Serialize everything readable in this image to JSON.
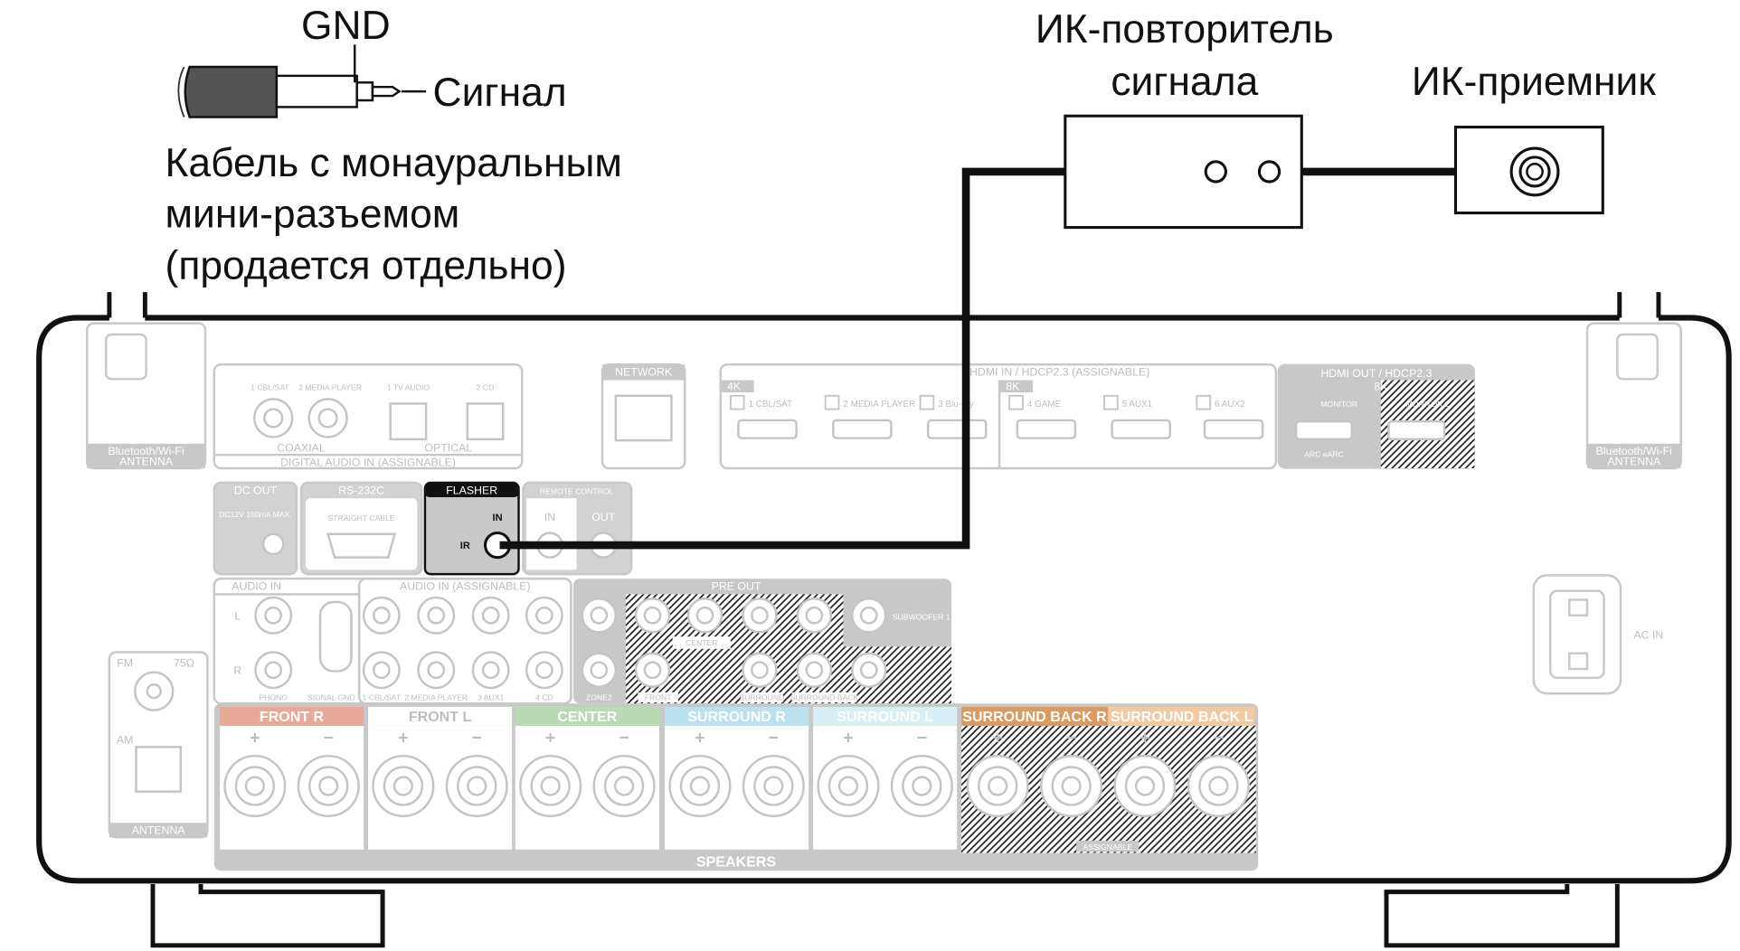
{
  "cable": {
    "gnd_label": "GND",
    "signal_label": "Сигнал",
    "caption": [
      "Кабель с монауральным",
      "мини-разъемом",
      "(продается отдельно)"
    ]
  },
  "ir_repeater": {
    "title_line1": "ИК-повторитель",
    "title_line2": "сигнала"
  },
  "ir_receiver": {
    "title": "ИК-приемник"
  },
  "device": {
    "bt_antenna": [
      "Bluetooth/Wi-Fi",
      "ANTENNA"
    ],
    "digital_audio_in": {
      "title": "DIGITAL AUDIO IN (ASSIGNABLE)",
      "coaxial": "COAXIAL",
      "optical": "OPTICAL",
      "inputs": [
        "1 CBL/SAT",
        "2 MEDIA PLAYER",
        "1 TV AUDIO",
        "2 CD"
      ]
    },
    "network": "NETWORK",
    "hdmi_in": {
      "title": "HDMI IN / HDCP2.3 (ASSIGNABLE)",
      "badge_4k": "4K",
      "badge_8k": "8K",
      "ports": [
        "1 CBL/SAT",
        "2 MEDIA PLAYER",
        "3 Blu-ray",
        "4 GAME",
        "5 AUX1",
        "6 AUX2"
      ]
    },
    "hdmi_out": {
      "title": "HDMI OUT / HDCP2.3",
      "badge": "8K",
      "monitor": "MONITOR",
      "arc": "ARC eARC",
      "monitor2": "MONITOR 2"
    },
    "dc_out": {
      "title": "DC OUT",
      "spec": "DC12V 150mA MAX."
    },
    "rs232c": {
      "title": "RS-232C",
      "note": "STRAIGHT CABLE"
    },
    "flasher": {
      "title": "FLASHER",
      "in": "IN",
      "ir": "IR"
    },
    "remote_control": {
      "title": "REMOTE CONTROL",
      "in": "IN",
      "out": "OUT"
    },
    "audio_in": {
      "title": "AUDIO IN",
      "phono": "PHONO",
      "signal_gnd": "SIGNAL GND",
      "l": "L",
      "r": "R"
    },
    "audio_in_assignable": {
      "title": "AUDIO IN (ASSIGNABLE)",
      "inputs": [
        "1 CBL/SAT",
        "2 MEDIA PLAYER",
        "3 AUX1",
        "4 CD"
      ]
    },
    "pre_out": {
      "title": "PRE OUT",
      "zone2": "ZONE2",
      "center": "CENTER",
      "front": "FRONT",
      "surround": "SURROUND",
      "surround_back": "SURROUND BACK",
      "subwoofer": "SUBWOOFER 1"
    },
    "antenna": {
      "fm": "FM",
      "ohm": "75Ω",
      "am": "AM",
      "title": "ANTENNA"
    },
    "ac_in": "AC IN",
    "speakers": {
      "title": "SPEAKERS",
      "assignable": "ASSIGNABLE",
      "channels": [
        {
          "label": "FRONT R",
          "color": "#e9a998"
        },
        {
          "label": "FRONT L",
          "color": "#ffffff"
        },
        {
          "label": "CENTER",
          "color": "#b9dbb3"
        },
        {
          "label": "SURROUND R",
          "color": "#b9e1ee"
        },
        {
          "label": "SURROUND L",
          "color": "#d9eff6"
        },
        {
          "label": "SURROUND BACK R",
          "color": "#d99b62"
        },
        {
          "label": "SURROUND BACK L",
          "color": "#f2c9a2"
        }
      ]
    }
  }
}
